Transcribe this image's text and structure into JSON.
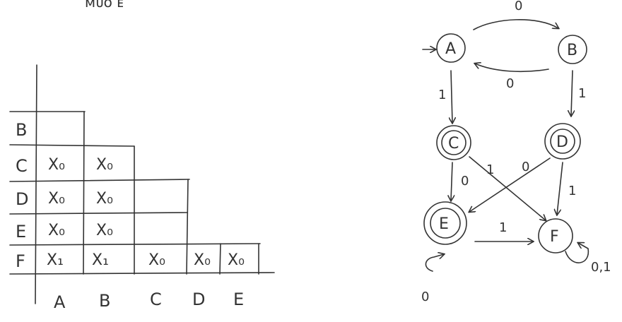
{
  "top_fragment": "ᴍᴜᴏ ᴇ",
  "table": {
    "row_labels": [
      "B",
      "C",
      "D",
      "E",
      "F"
    ],
    "col_labels": [
      "A",
      "B",
      "C",
      "D",
      "E"
    ],
    "cells": {
      "C": {
        "A": "X₀",
        "B": "X₀"
      },
      "D": {
        "A": "X₀",
        "B": "X₀"
      },
      "E": {
        "A": "X₀",
        "B": "X₀"
      },
      "F": {
        "A": "X₁",
        "B": "X₁",
        "C": "X₀",
        "D": "X₀",
        "E": "X₀"
      }
    }
  },
  "automaton": {
    "states": [
      {
        "id": "A",
        "label": "A",
        "accepting": false,
        "initial": true
      },
      {
        "id": "B",
        "label": "B",
        "accepting": false,
        "initial": false
      },
      {
        "id": "C",
        "label": "C",
        "accepting": true,
        "initial": false
      },
      {
        "id": "D",
        "label": "D",
        "accepting": true,
        "initial": false
      },
      {
        "id": "E",
        "label": "E",
        "accepting": true,
        "initial": false
      },
      {
        "id": "F",
        "label": "F",
        "accepting": false,
        "initial": false
      }
    ],
    "transitions": [
      {
        "from": "A",
        "to": "B",
        "label": "0"
      },
      {
        "from": "B",
        "to": "A",
        "label": "0"
      },
      {
        "from": "A",
        "to": "C",
        "label": "1"
      },
      {
        "from": "B",
        "to": "D",
        "label": "1"
      },
      {
        "from": "C",
        "to": "E",
        "label": "0"
      },
      {
        "from": "C",
        "to": "F",
        "label": "1"
      },
      {
        "from": "D",
        "to": "E",
        "label": "0"
      },
      {
        "from": "D",
        "to": "F",
        "label": "1"
      },
      {
        "from": "E",
        "to": "F",
        "label": "1"
      },
      {
        "from": "E",
        "to": "E",
        "label": "0"
      },
      {
        "from": "F",
        "to": "F",
        "label": "0,1"
      }
    ]
  }
}
